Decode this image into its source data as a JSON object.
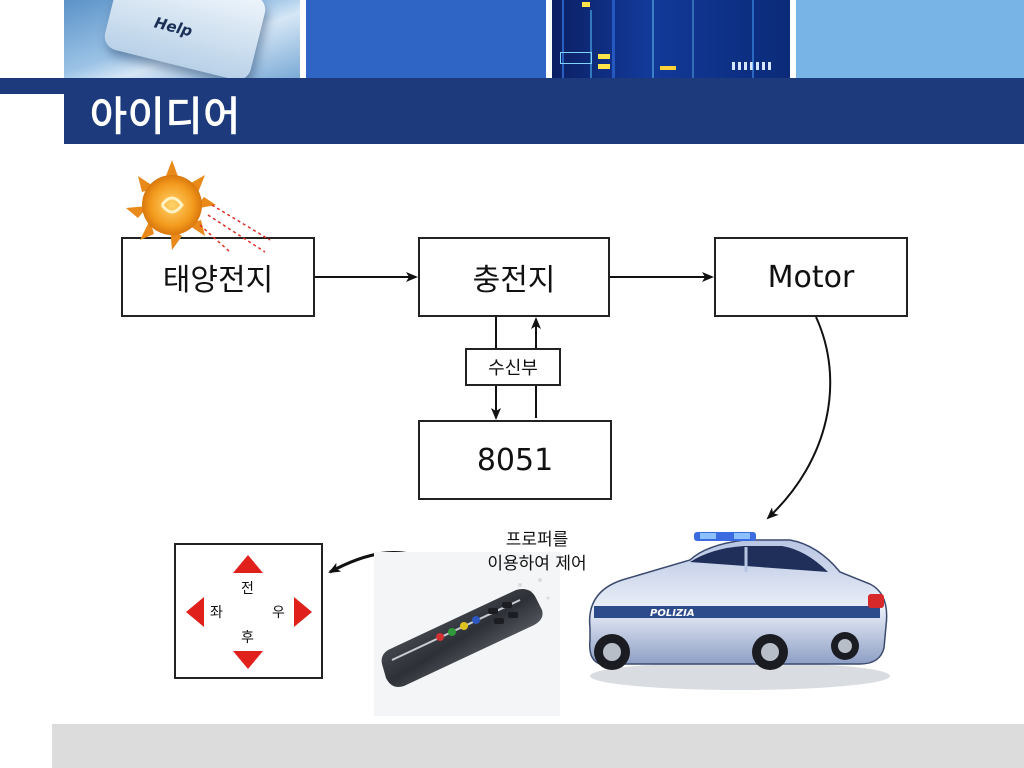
{
  "slide": {
    "title": "아이디어"
  },
  "header_images": {
    "keyboard_key_text": "Help"
  },
  "diagram": {
    "solar_cell": "태양전지",
    "charger": "충전지",
    "motor": "Motor",
    "receiver": "수신부",
    "mcu": "8051",
    "caption_line1": "프로퍼를",
    "caption_line2": "이용하여 제어",
    "directions": {
      "forward": "전",
      "backward": "후",
      "left": "좌",
      "right": "우"
    }
  },
  "colors": {
    "title_bar": "#1c3a7c",
    "direction_arrow": "#e0201b",
    "footer": "#dcdcdc"
  }
}
